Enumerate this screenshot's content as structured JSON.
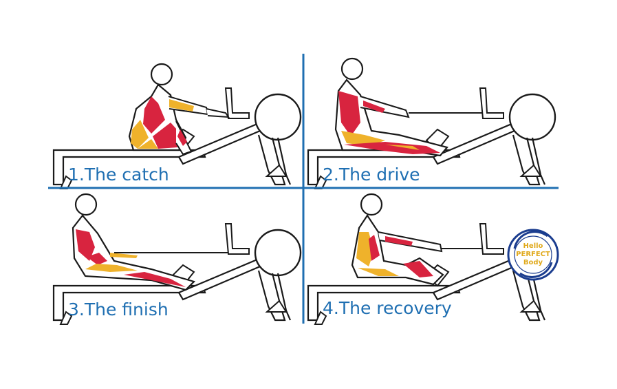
{
  "colors": {
    "divider": "#1f6fb2",
    "label": "#1f6fb2",
    "outline": "#1a1a1a",
    "muscle_red": "#d8243f",
    "muscle_yellow": "#efb22b",
    "badge_ring": "#1b3d8f",
    "badge_text": "#e0a91c"
  },
  "panels": [
    {
      "id": "catch",
      "label": "1.The catch"
    },
    {
      "id": "drive",
      "label": "2.The drive"
    },
    {
      "id": "finish",
      "label": "3.The finish"
    },
    {
      "id": "recovery",
      "label": "4.The recovery"
    }
  ],
  "badge": {
    "lines": [
      "Hello",
      "PERFECT",
      "Body"
    ]
  }
}
